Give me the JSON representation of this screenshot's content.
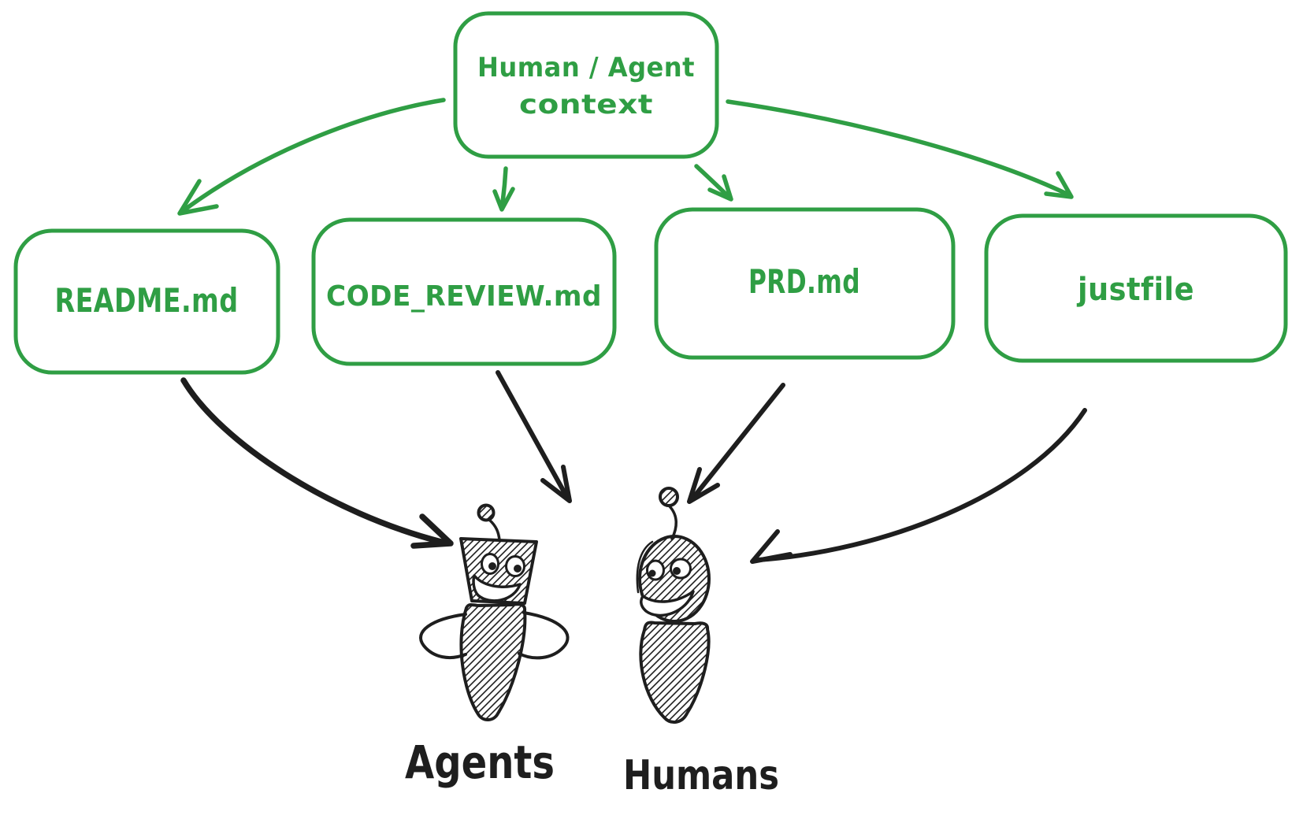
{
  "root_box": {
    "line1": "Human / Agent",
    "line2": "context"
  },
  "file_boxes": [
    {
      "label": "README.md"
    },
    {
      "label": "CODE_REVIEW.md"
    },
    {
      "label": "PRD.md"
    },
    {
      "label": "justfile"
    }
  ],
  "audience_labels": [
    {
      "label": "Agents"
    },
    {
      "label": "Humans"
    }
  ],
  "figures": {
    "agents": "robot-character-icon",
    "humans": "human-character-icon"
  },
  "arrows": {
    "context_to_files": [
      "README.md",
      "CODE_REVIEW.md",
      "PRD.md",
      "justfile"
    ],
    "file_to_audience": [
      {
        "from": "README.md",
        "to": "Agents"
      },
      {
        "from": "CODE_REVIEW.md",
        "to": "Agents"
      },
      {
        "from": "PRD.md",
        "to": "Humans"
      },
      {
        "from": "justfile",
        "to": "Humans"
      }
    ]
  },
  "colors": {
    "accent_green": "#2f9e44",
    "ink_black": "#1e1e1e",
    "background": "#ffffff"
  }
}
